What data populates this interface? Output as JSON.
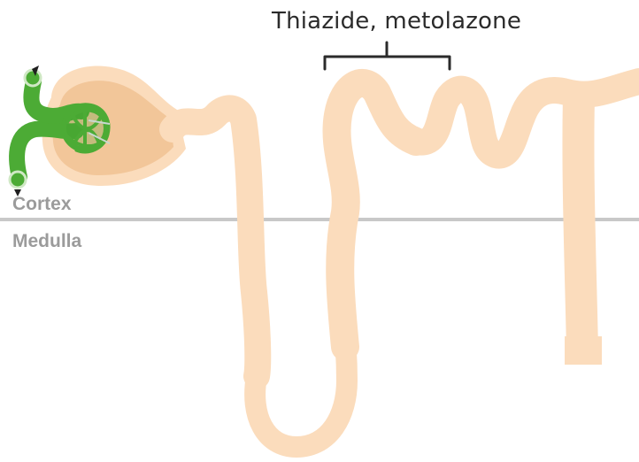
{
  "labels": {
    "drug_site": "Thiazide, metolazone",
    "cortex": "Cortex",
    "medulla": "Medulla"
  },
  "colors": {
    "tubule": "#fbdcbc",
    "bowman_capsule": "#f2c699",
    "glomerulus": "#4cab35",
    "divider_line": "#c8c8c8",
    "region_text": "#9b9b9b",
    "drug_text": "#2b2b2b"
  },
  "icons": {
    "afferent_arrow": "arrow-icon",
    "efferent_arrow": "arrow-icon"
  }
}
